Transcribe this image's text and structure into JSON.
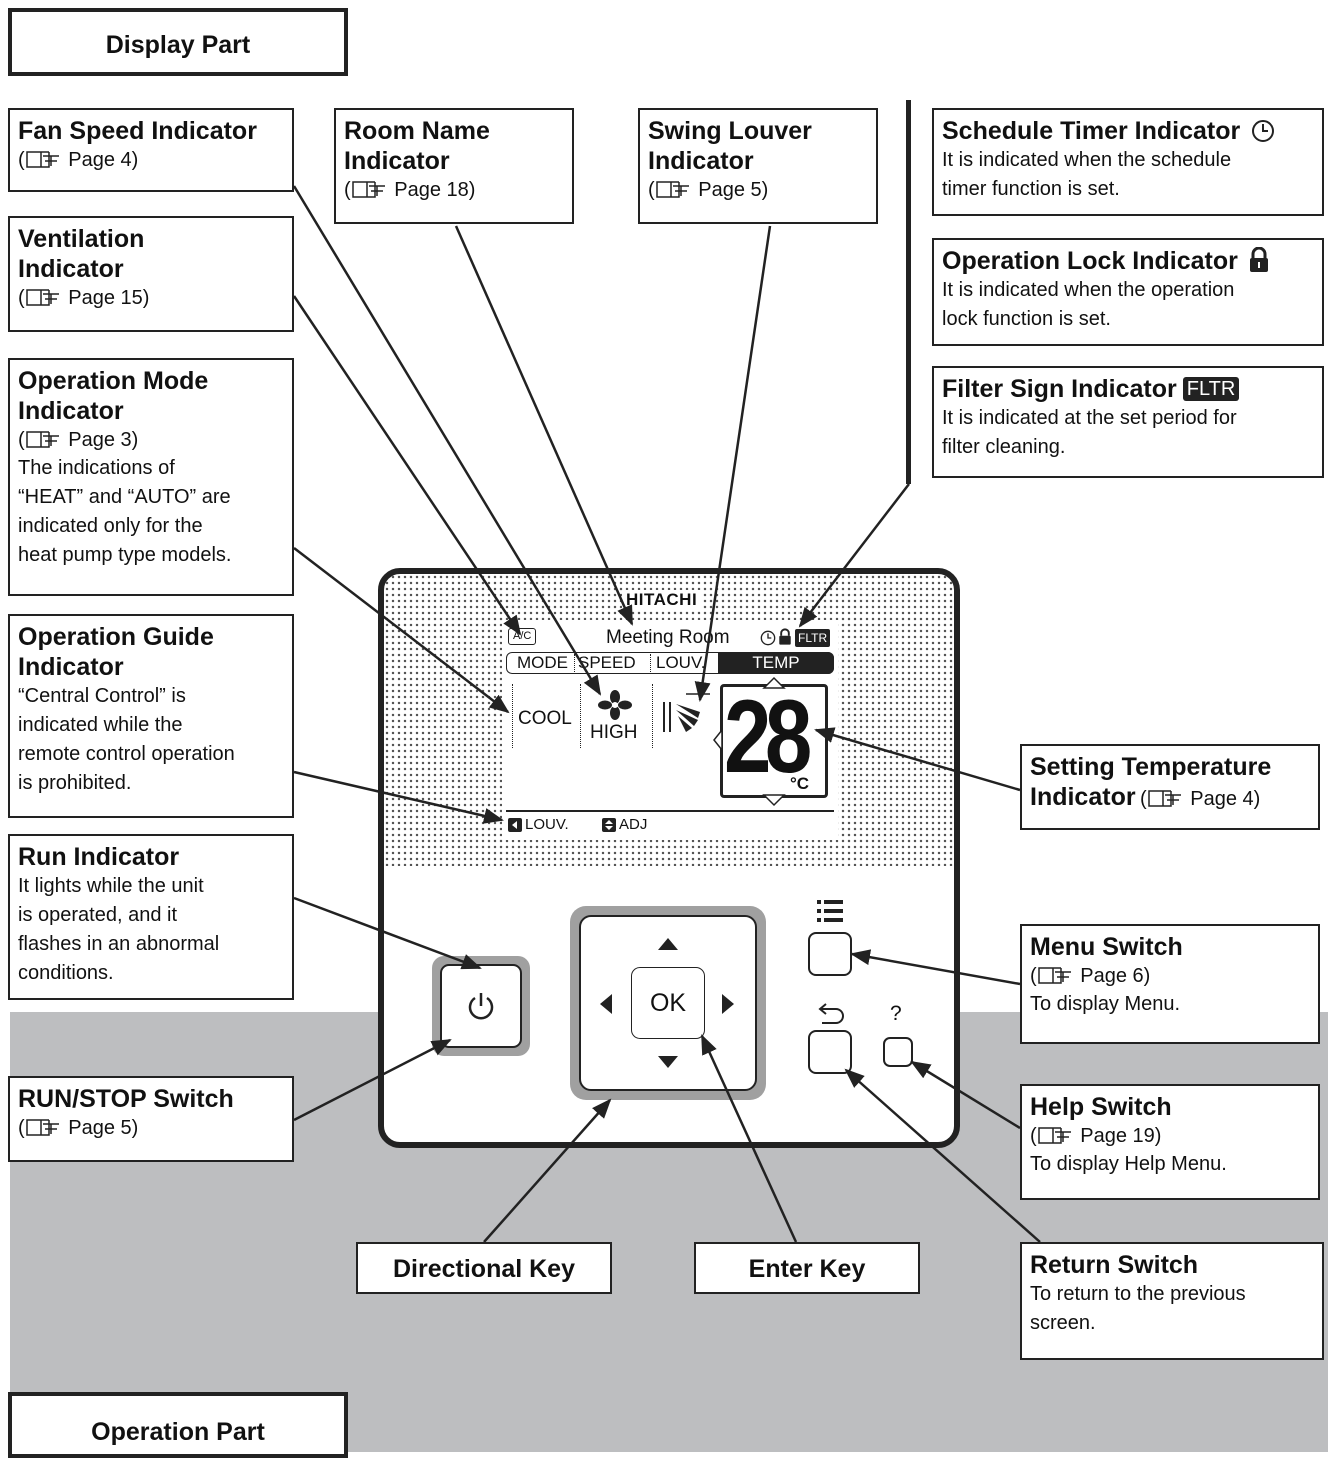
{
  "display_part": {
    "label": "Display Part"
  },
  "operation_part": {
    "label": "Operation Part"
  },
  "callouts": {
    "fan_speed": {
      "title": "Fan Speed Indicator",
      "ref": "Page 4"
    },
    "room_name": {
      "title_line1": "Room Name",
      "title_line2": "Indicator",
      "ref": "Page 18"
    },
    "swing_louver": {
      "title_line1": "Swing Louver",
      "title_line2": "Indicator",
      "ref": "Page 5"
    },
    "ventilation": {
      "title_line1": "Ventilation",
      "title_line2": "Indicator",
      "ref": "Page 15"
    },
    "operation_mode": {
      "title_line1": "Operation Mode",
      "title_line2": "Indicator",
      "ref": "Page 3",
      "desc": [
        "The indications of",
        "“HEAT” and “AUTO” are",
        "indicated only for the",
        "heat pump type models."
      ]
    },
    "operation_guide": {
      "title_line1": "Operation Guide",
      "title_line2": "Indicator",
      "desc": [
        "“Central Control” is",
        "indicated while the",
        "remote control operation",
        "is prohibited."
      ]
    },
    "run_indicator": {
      "title": "Run Indicator",
      "desc": [
        "It lights while the unit",
        "is operated, and it",
        "flashes in an abnormal",
        "conditions."
      ]
    },
    "run_stop": {
      "title": "RUN/STOP Switch",
      "ref": "Page 5"
    },
    "schedule_timer": {
      "title": "Schedule Timer Indicator",
      "desc": [
        "It is indicated when the schedule",
        "timer function is set."
      ]
    },
    "operation_lock": {
      "title": "Operation Lock Indicator",
      "desc": [
        "It is indicated when the operation",
        "lock function is set."
      ]
    },
    "filter_sign": {
      "title": "Filter Sign Indicator",
      "badge": "FLTR",
      "desc": [
        "It is indicated at the set period for",
        "filter cleaning."
      ]
    },
    "setting_temp": {
      "title_line1": "Setting Temperature",
      "title_line2": "Indicator",
      "ref": "Page 4"
    },
    "menu_switch": {
      "title": "Menu Switch",
      "ref": "Page 6",
      "desc": "To display Menu."
    },
    "help_switch": {
      "title": "Help Switch",
      "ref": "Page 19",
      "desc": "To display Help Menu."
    },
    "return_switch": {
      "title": "Return Switch",
      "desc": [
        "To return to the previous",
        "screen."
      ]
    },
    "directional_key": {
      "title": "Directional Key"
    },
    "enter_key": {
      "title": "Enter Key"
    }
  },
  "remote": {
    "brand": "HITACHI",
    "ac_tag": "A/C",
    "room_name": "Meeting Room",
    "fltr": "FLTR",
    "tabs": [
      "MODE",
      "SPEED",
      "LOUV.",
      "TEMP"
    ],
    "mode_value": "COOL",
    "fan_value": "HIGH",
    "temperature": "28",
    "unit": "°C",
    "guide_left": "LOUV.",
    "guide_right": "ADJ",
    "ok_label": "OK",
    "help_symbol": "?"
  },
  "icons": [
    "book-reference-icon",
    "clock-icon",
    "lock-icon",
    "fan-icon",
    "louver-icon",
    "power-icon",
    "menu-icon",
    "return-icon",
    "arrow-icon"
  ]
}
